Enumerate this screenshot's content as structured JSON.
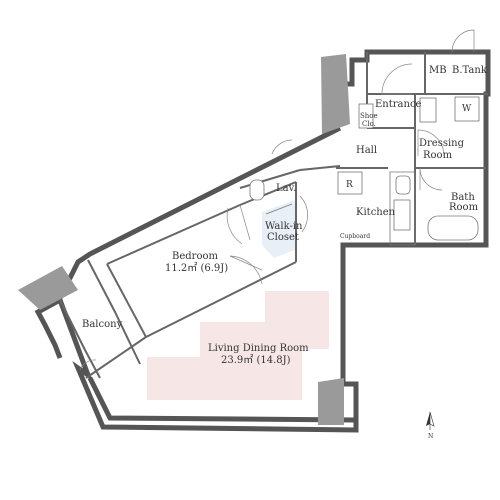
{
  "rooms": {
    "mb": "MB",
    "btank": "B.Tank",
    "entrance": "Entrance",
    "shoe_closet_1": "Shoe",
    "shoe_closet_2": "Clo.",
    "dressing_1": "Dressing",
    "dressing_2": "Room",
    "hall": "Hall",
    "bath_1": "Bath",
    "bath_2": "Room",
    "lav": "Lav.",
    "refrigerator": "R",
    "washer": "W",
    "walkin_1": "Walk-in",
    "walkin_2": "Closet",
    "kitchen": "Kitchen",
    "cupboard": "Cupboard",
    "bedroom": "Bedroom",
    "bedroom_area": "11.2㎡ (6.9J)",
    "balcony": "Balcony",
    "living": "Living Dining Room",
    "living_area": "23.9㎡ (14.8J)",
    "north": "N"
  },
  "colors": {
    "wall": "#555555",
    "column": "#9a9a9a",
    "living_highlight": "#f7e6e6",
    "closet_fill": "#e9eff6"
  }
}
